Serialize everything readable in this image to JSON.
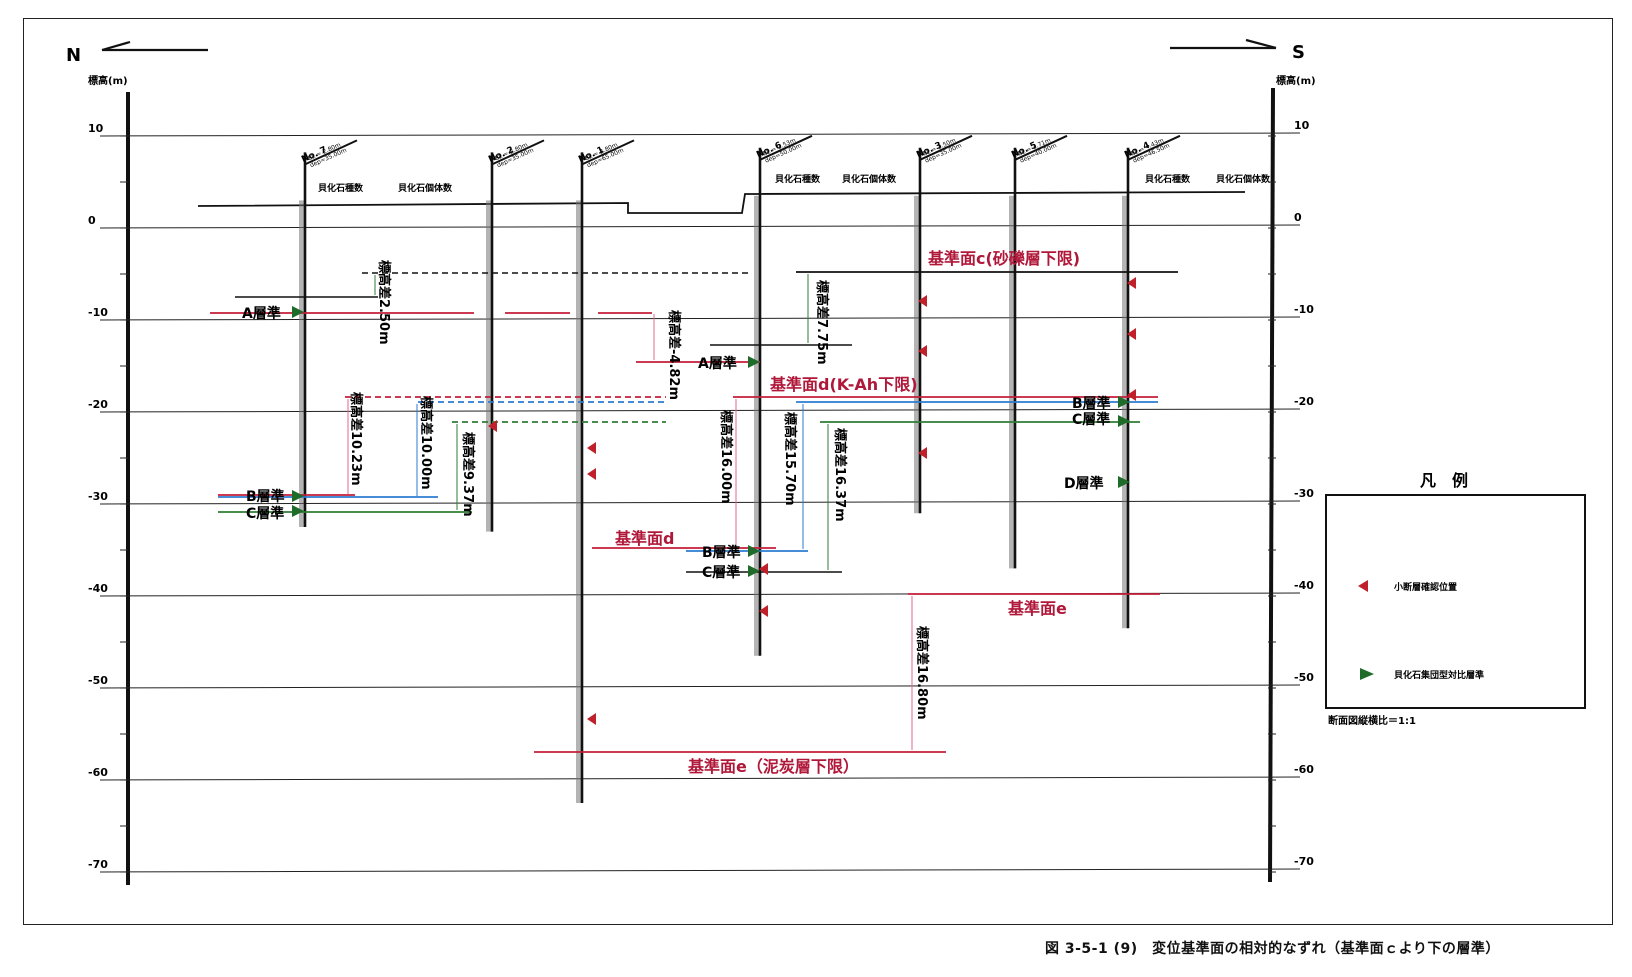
{
  "directions": {
    "north": "N",
    "south": "S"
  },
  "axis": {
    "title_left": "標高(m)",
    "title_right": "標高(m)",
    "ticks": [
      {
        "v": 10,
        "label": "10"
      },
      {
        "v": 0,
        "label": "0"
      },
      {
        "v": -10,
        "label": "-10"
      },
      {
        "v": -20,
        "label": "-20"
      },
      {
        "v": -30,
        "label": "-30"
      },
      {
        "v": -40,
        "label": "-40"
      },
      {
        "v": -50,
        "label": "-50"
      },
      {
        "v": -60,
        "label": "-60"
      },
      {
        "v": -70,
        "label": "-70"
      }
    ]
  },
  "boreholes": [
    {
      "id": "No. 7",
      "info1": "EL = 2.80m",
      "info2": "dep=35.00m",
      "top": 3.0,
      "bottom": -32.5
    },
    {
      "id": "No. 2",
      "info1": "EL = 2.80m",
      "info2": "dep=35.00m",
      "top": 3.0,
      "bottom": -33.0
    },
    {
      "id": "No. 1",
      "info1": "EL = 2.80m",
      "info2": "dep=65.00m",
      "top": 3.0,
      "bottom": -62.5
    },
    {
      "id": "No. 6",
      "info1": "EL = 3.53m",
      "info2": "dep=50.00m",
      "top": 3.5,
      "bottom": -46.5
    },
    {
      "id": "No. 3",
      "info1": "EL = 3.50m",
      "info2": "dep=35.00m",
      "top": 3.5,
      "bottom": -31.0
    },
    {
      "id": "No. 5",
      "info1": "EL = 3.71m",
      "info2": "dep=40.00m",
      "top": 3.5,
      "bottom": -37.0
    },
    {
      "id": "No. 4",
      "info1": "EL = 4.43m",
      "info2": "dep=46.50m",
      "top": 3.5,
      "bottom": -43.5
    }
  ],
  "column_headers": {
    "species": "貝化石種数",
    "individuals": "貝化石個体数"
  },
  "datum_labels": {
    "c": "基準面c(砂礫層下限)",
    "d_kah": "基準面d(K-Ah下限)",
    "d": "基準面d",
    "e": "基準面e",
    "e_peat": "基準面e（泥炭層下限）"
  },
  "horizon_labels": {
    "a": "A層準",
    "b": "B層準",
    "c": "C層準",
    "d": "D層準"
  },
  "elevation_differences": [
    "標高差2.50m",
    "標高差-4.82m",
    "標高差7.75m",
    "標高差10.23m",
    "標高差10.00m",
    "標高差9.37m",
    "標高差16.00m",
    "標高差15.70m",
    "標高差16.37m",
    "標高差16.80m"
  ],
  "legend": {
    "title": "凡　例",
    "fault_label": "小断層確認位置",
    "shell_label": "貝化石集団型対比層準",
    "scale_note": "断面図縦横比＝1:1",
    "fault_color": "#c0202a",
    "shell_color": "#1e6b2a"
  },
  "colors": {
    "red": "#c41e3a",
    "blue": "#2b7bd1",
    "green": "#2e7d32",
    "pink": "#e06a8a",
    "label_red": "#b0183a"
  },
  "caption": "図 3-5-1 (9)　変位基準面の相対的なずれ（基準面ｃより下の層準）"
}
